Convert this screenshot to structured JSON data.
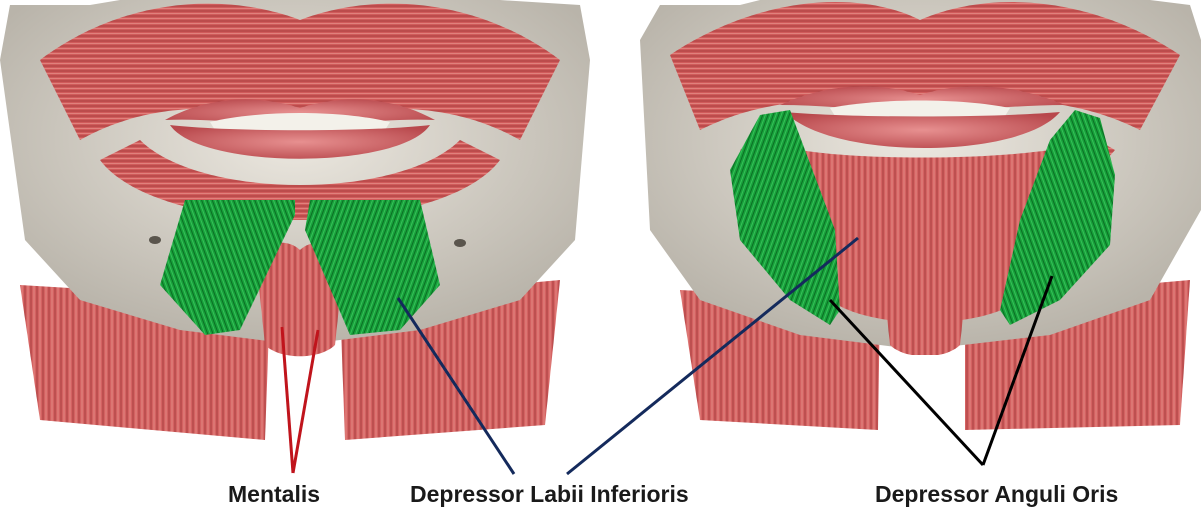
{
  "labels": {
    "mentalis": "Mentalis",
    "depressor_labii_inferioris": "Depressor Labii Inferioris",
    "depressor_anguli_oris": "Depressor Anguli Oris"
  },
  "colors": {
    "background": "#ffffff",
    "muscle_red": "#cf5a5a",
    "muscle_dark": "#a83c3c",
    "bone": "#d8d4cc",
    "highlight_green": "#17a03a",
    "leader_red": "#c0141c",
    "leader_navy": "#142a5c",
    "leader_black": "#000000"
  },
  "figures": [
    {
      "name": "left-panel",
      "highlighted_muscle": "Depressor Labii Inferioris"
    },
    {
      "name": "right-panel",
      "highlighted_muscle": "Depressor Anguli Oris"
    }
  ]
}
